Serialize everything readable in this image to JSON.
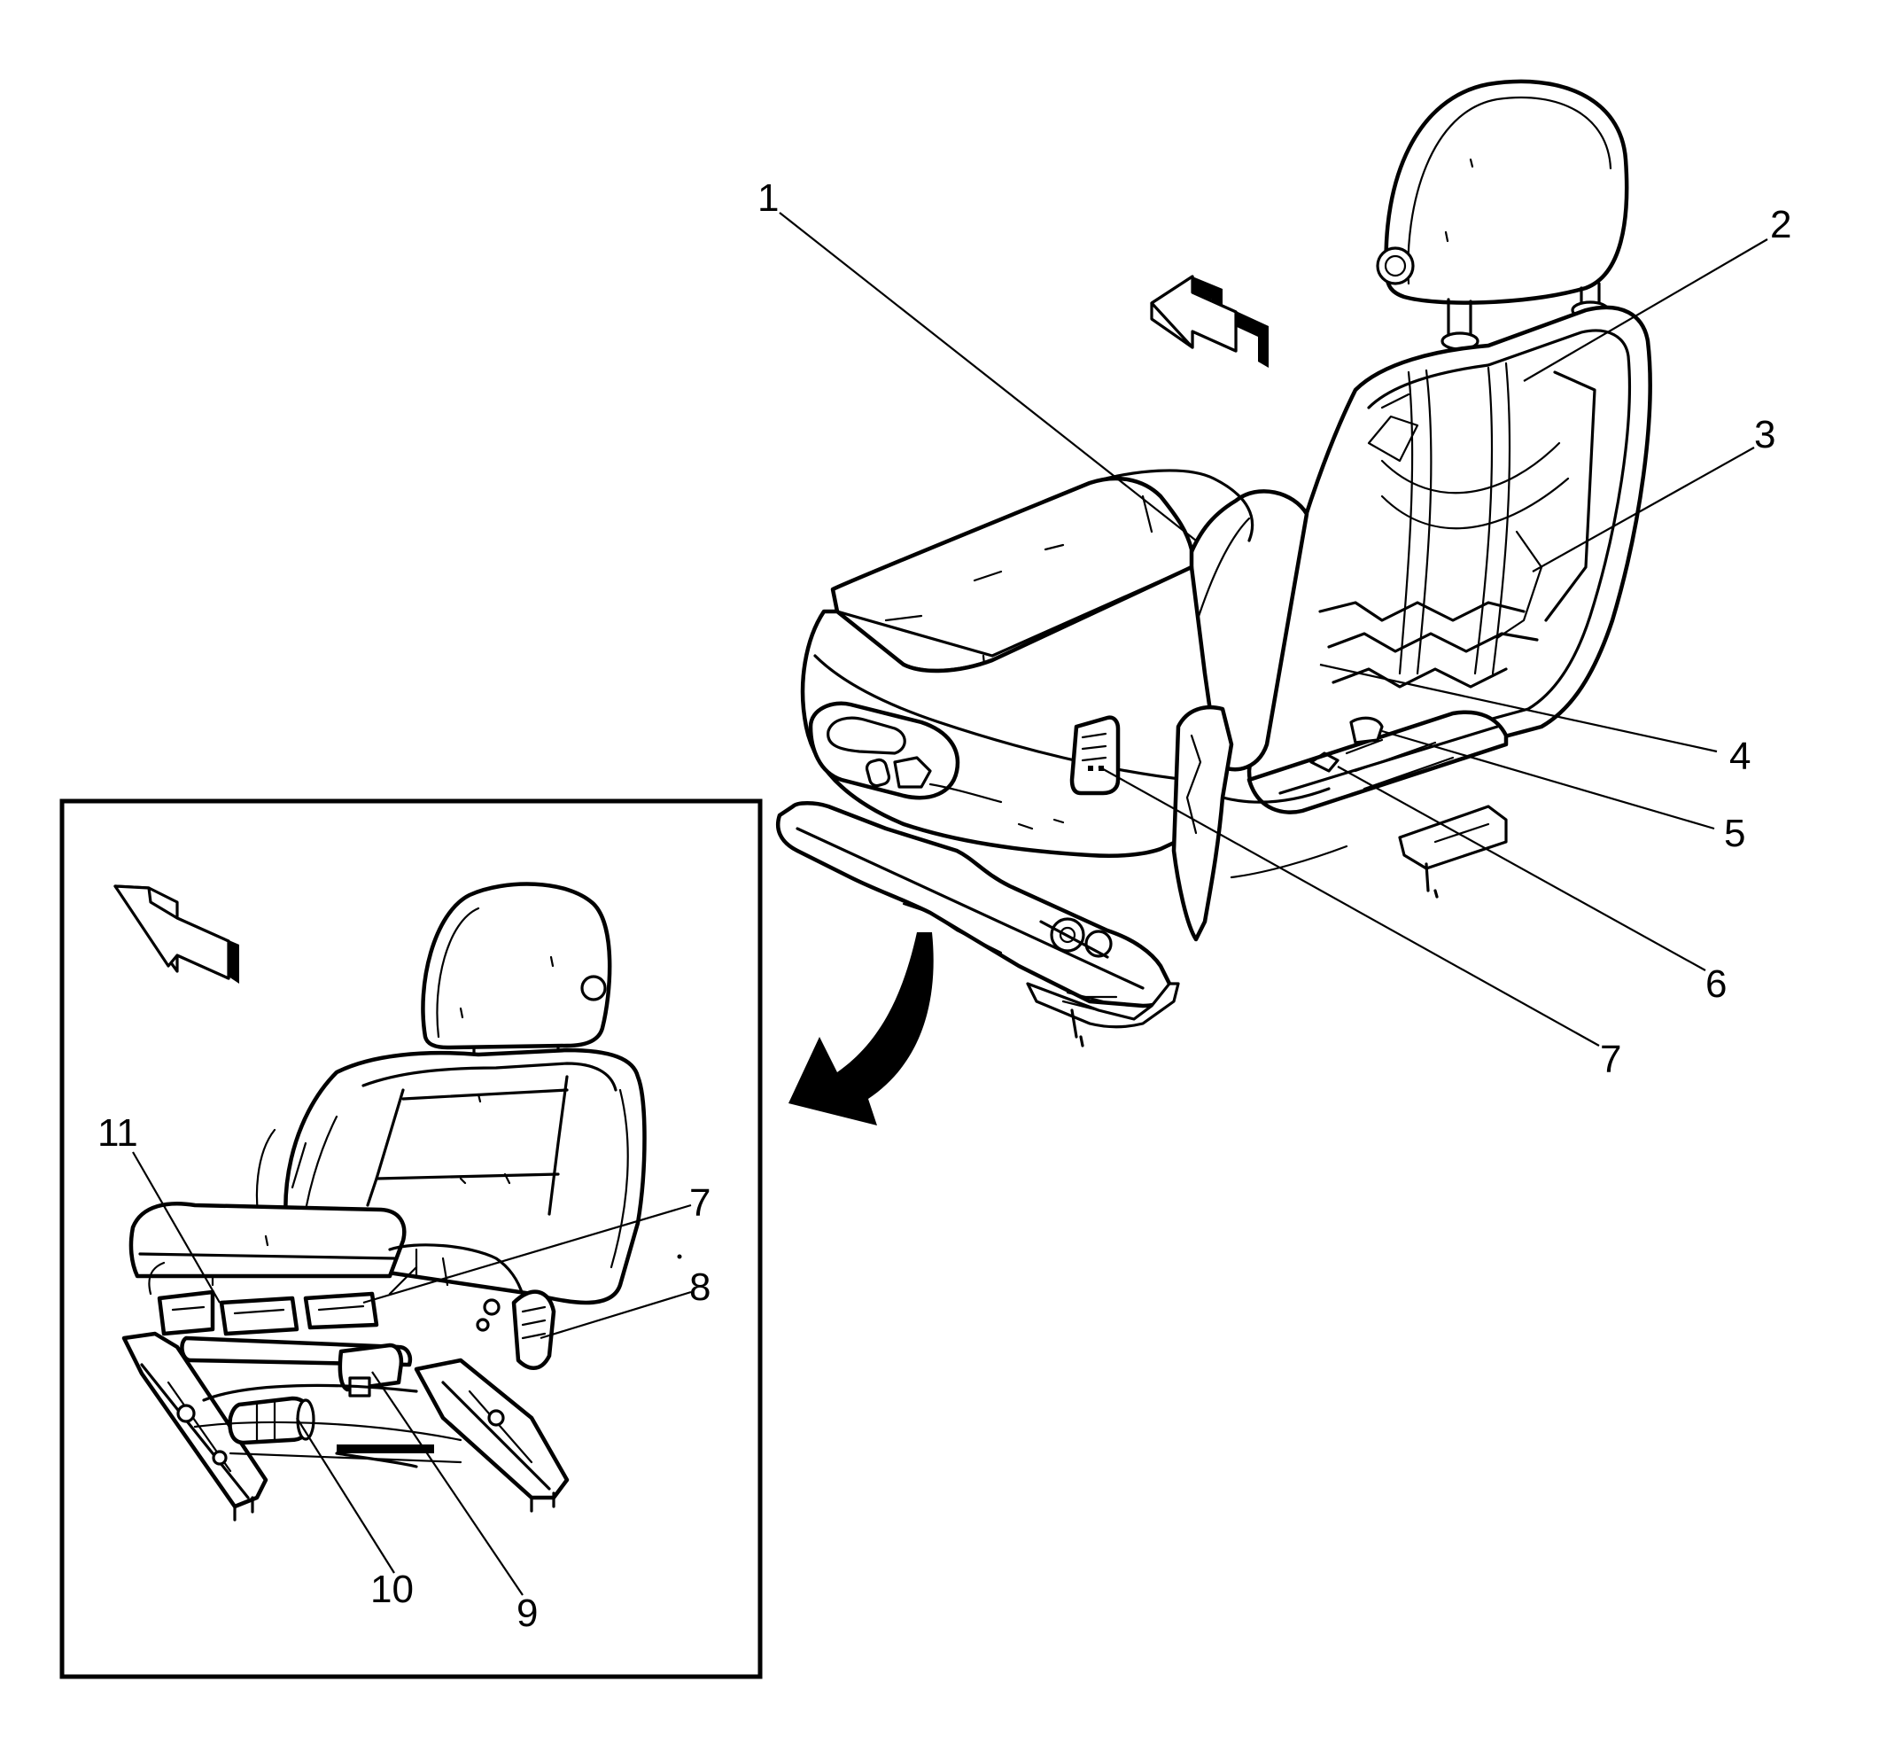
{
  "callouts_main": [
    {
      "id": "1",
      "label": "1"
    },
    {
      "id": "2",
      "label": "2"
    },
    {
      "id": "3",
      "label": "3"
    },
    {
      "id": "4",
      "label": "4"
    },
    {
      "id": "5",
      "label": "5"
    },
    {
      "id": "6",
      "label": "6"
    },
    {
      "id": "7",
      "label": "7"
    }
  ],
  "callouts_inset": [
    {
      "id": "7",
      "label": "7"
    },
    {
      "id": "8",
      "label": "8"
    },
    {
      "id": "9",
      "label": "9"
    },
    {
      "id": "10",
      "label": "10"
    },
    {
      "id": "11",
      "label": "11"
    }
  ],
  "icons": {
    "main_direction": "forward-arrow-icon",
    "inset_direction": "forward-arrow-icon",
    "view_transition": "curved-arrow-icon"
  },
  "colors": {
    "ink": "#000000",
    "background": "#ffffff"
  }
}
